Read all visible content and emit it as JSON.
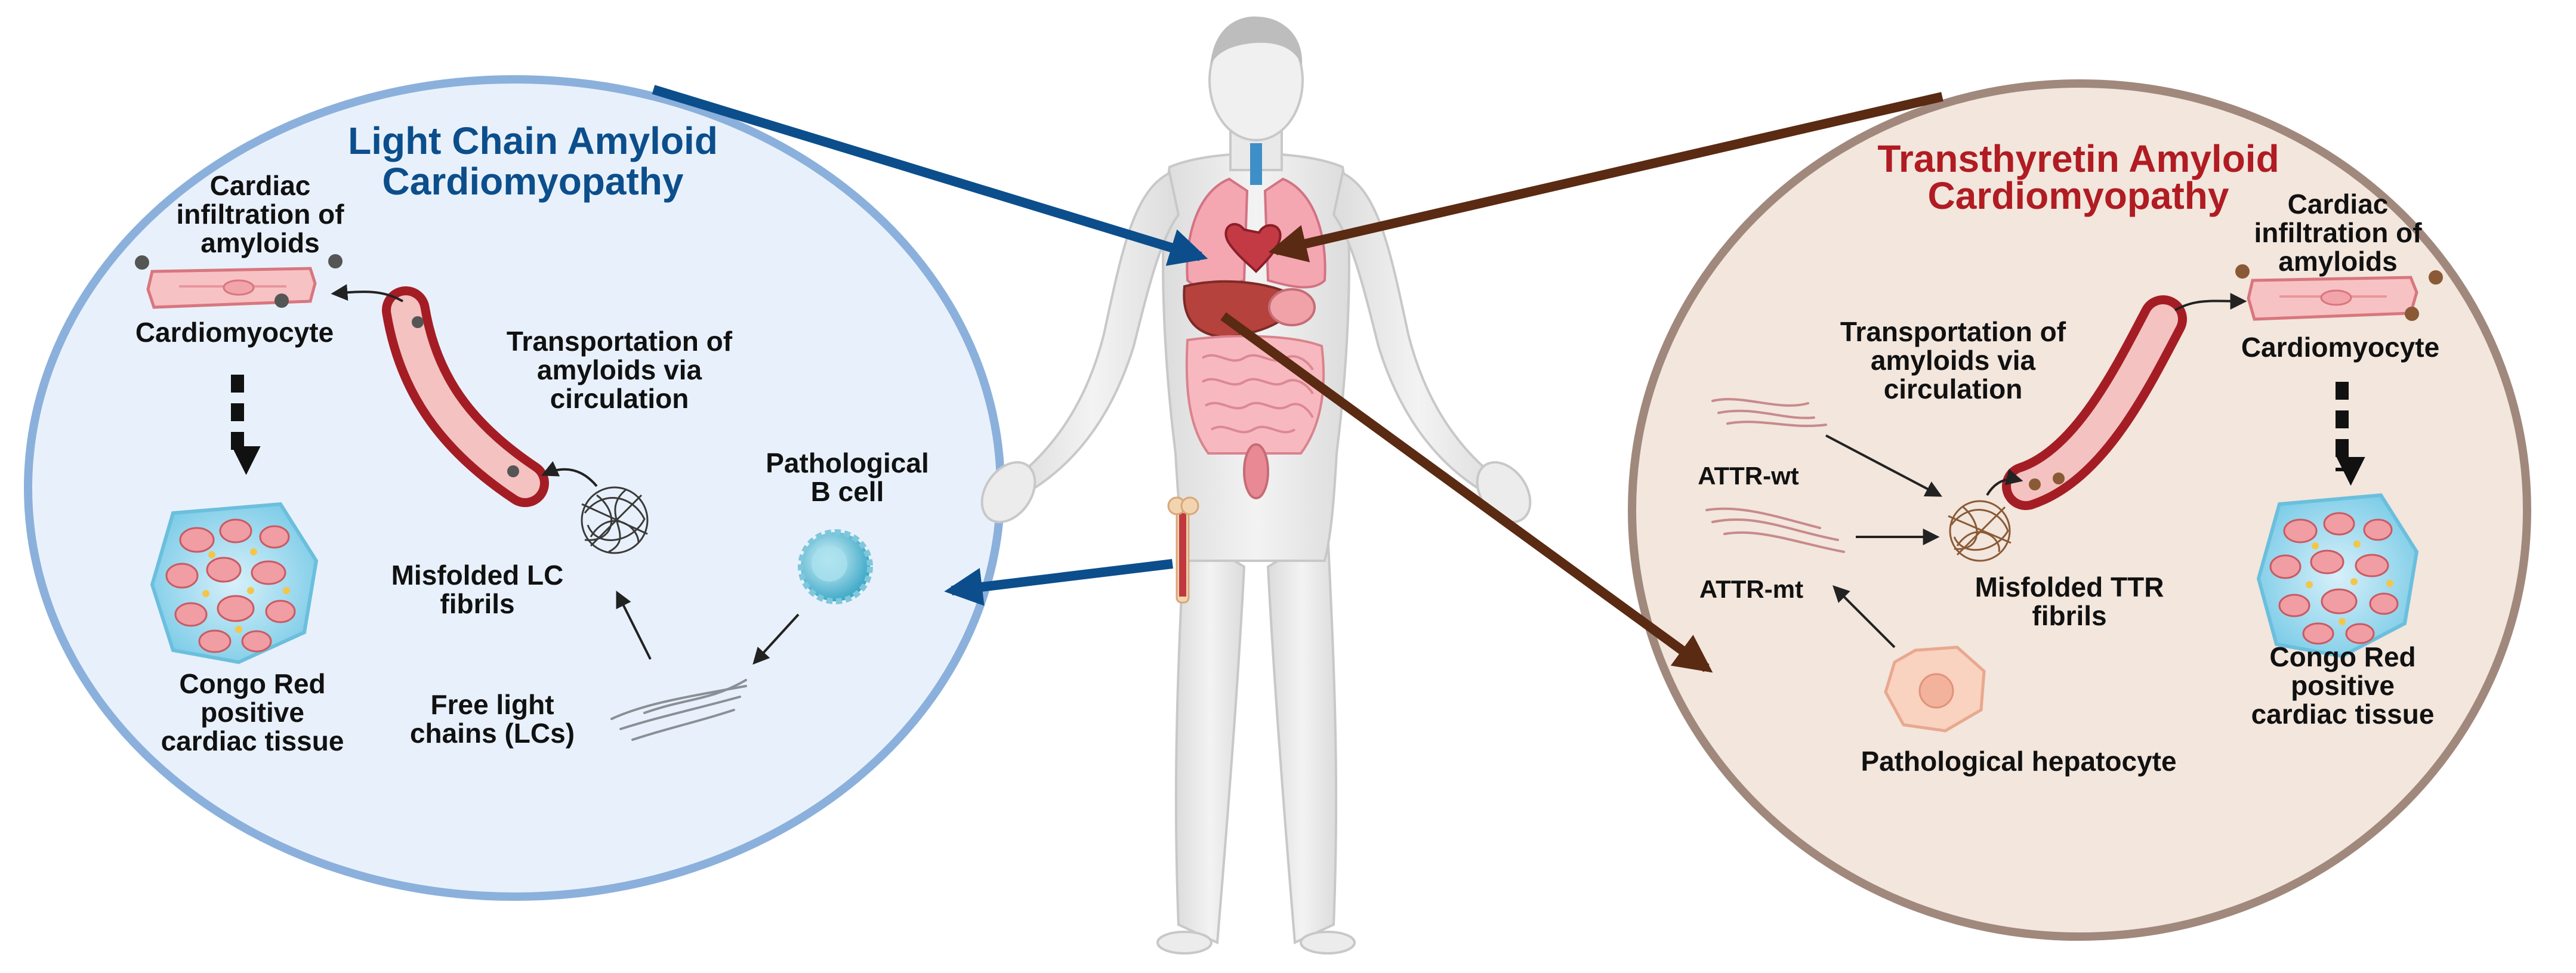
{
  "colors": {
    "al_accent": "#0c4e8c",
    "al_fill": "#e8f1fb",
    "al_border": "#8bb0dc",
    "attr_accent": "#b01c22",
    "attr_fill": "#f2e6dd",
    "attr_border": "#a0887c",
    "attr_arrow": "#5a2a12",
    "text": "#111111"
  },
  "al_panel": {
    "title_line1": "Light Chain Amyloid",
    "title_line2": "Cardiomyopathy",
    "infiltration_line1": "Cardiac",
    "infiltration_line2": "infiltration of",
    "infiltration_line3": "amyloids",
    "cardiomyocyte": "Cardiomyocyte",
    "transport_line1": "Transportation of",
    "transport_line2": "amyloids via",
    "transport_line3": "circulation",
    "bcell_line1": "Pathological",
    "bcell_line2": "B cell",
    "fibrils_line1": "Misfolded LC",
    "fibrils_line2": "fibrils",
    "congo_line1": "Congo Red",
    "congo_line2": "positive",
    "congo_line3": "cardiac tissue",
    "flc_line1": "Free light",
    "flc_line2": "chains (LCs)"
  },
  "attr_panel": {
    "title_line1": "Transthyretin Amyloid",
    "title_line2": "Cardiomyopathy",
    "infiltration_line1": "Cardiac",
    "infiltration_line2": "infiltration of",
    "infiltration_line3": "amyloids",
    "cardiomyocyte": "Cardiomyocyte",
    "transport_line1": "Transportation of",
    "transport_line2": "amyloids via",
    "transport_line3": "circulation",
    "attr_wt": "ATTR-wt",
    "attr_mt": "ATTR-mt",
    "fibrils_line1": "Misfolded TTR",
    "fibrils_line2": "fibrils",
    "congo_line1": "Congo Red",
    "congo_line2": "positive",
    "congo_line3": "cardiac tissue",
    "hepatocyte": "Pathological hepatocyte"
  }
}
